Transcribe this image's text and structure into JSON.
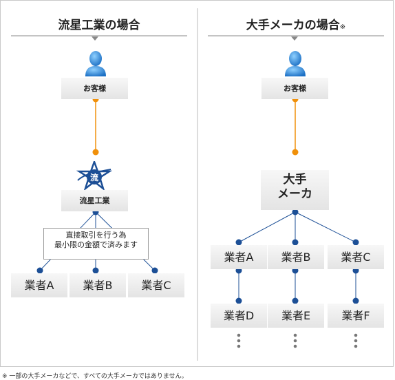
{
  "left": {
    "title": "流星工業の場合",
    "customer": "お客様",
    "company": "流星工業",
    "note_line1": "直接取引を行う為",
    "note_line2": "最小限の金額で済みます",
    "vendors": [
      "業者A",
      "業者B",
      "業者C"
    ]
  },
  "right": {
    "title": "大手メーカの場合",
    "title_mark": "※",
    "customer": "お客様",
    "maker_line1": "大手",
    "maker_line2": "メーカ",
    "vendors_row1": [
      "業者A",
      "業者B",
      "業者C"
    ],
    "vendors_row2": [
      "業者D",
      "業者E",
      "業者F"
    ]
  },
  "footnote": "※ 一部の大手メーカなどで、すべての大手メーカではありません。",
  "colors": {
    "orange": "#f0900a",
    "blue": "#1c4f96",
    "accent_blue": "#2a75c9"
  },
  "icons": [
    "person-icon",
    "ryusei-star-logo-icon"
  ]
}
